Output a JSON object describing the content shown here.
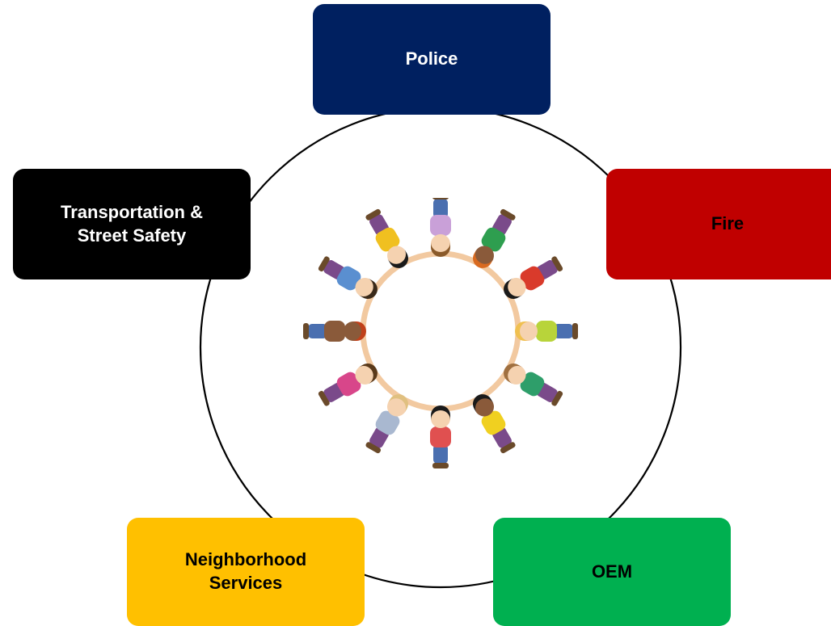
{
  "nodes": {
    "police": {
      "label": "Police",
      "color": "#002060",
      "text_color": "#ffffff"
    },
    "fire": {
      "label": "Fire",
      "color": "#c00000",
      "text_color": "#000000"
    },
    "transportation": {
      "label": "Transportation &\nStreet Safety",
      "color": "#000000",
      "text_color": "#ffffff"
    },
    "neighborhood": {
      "label": "Neighborhood\nServices",
      "color": "#ffc000",
      "text_color": "#000000"
    },
    "oem": {
      "label": "OEM",
      "color": "#00b050",
      "text_color": "#000000"
    }
  },
  "center_image": {
    "icon": "children-holding-hands-circle-illustration"
  },
  "ring_color": "#000000"
}
